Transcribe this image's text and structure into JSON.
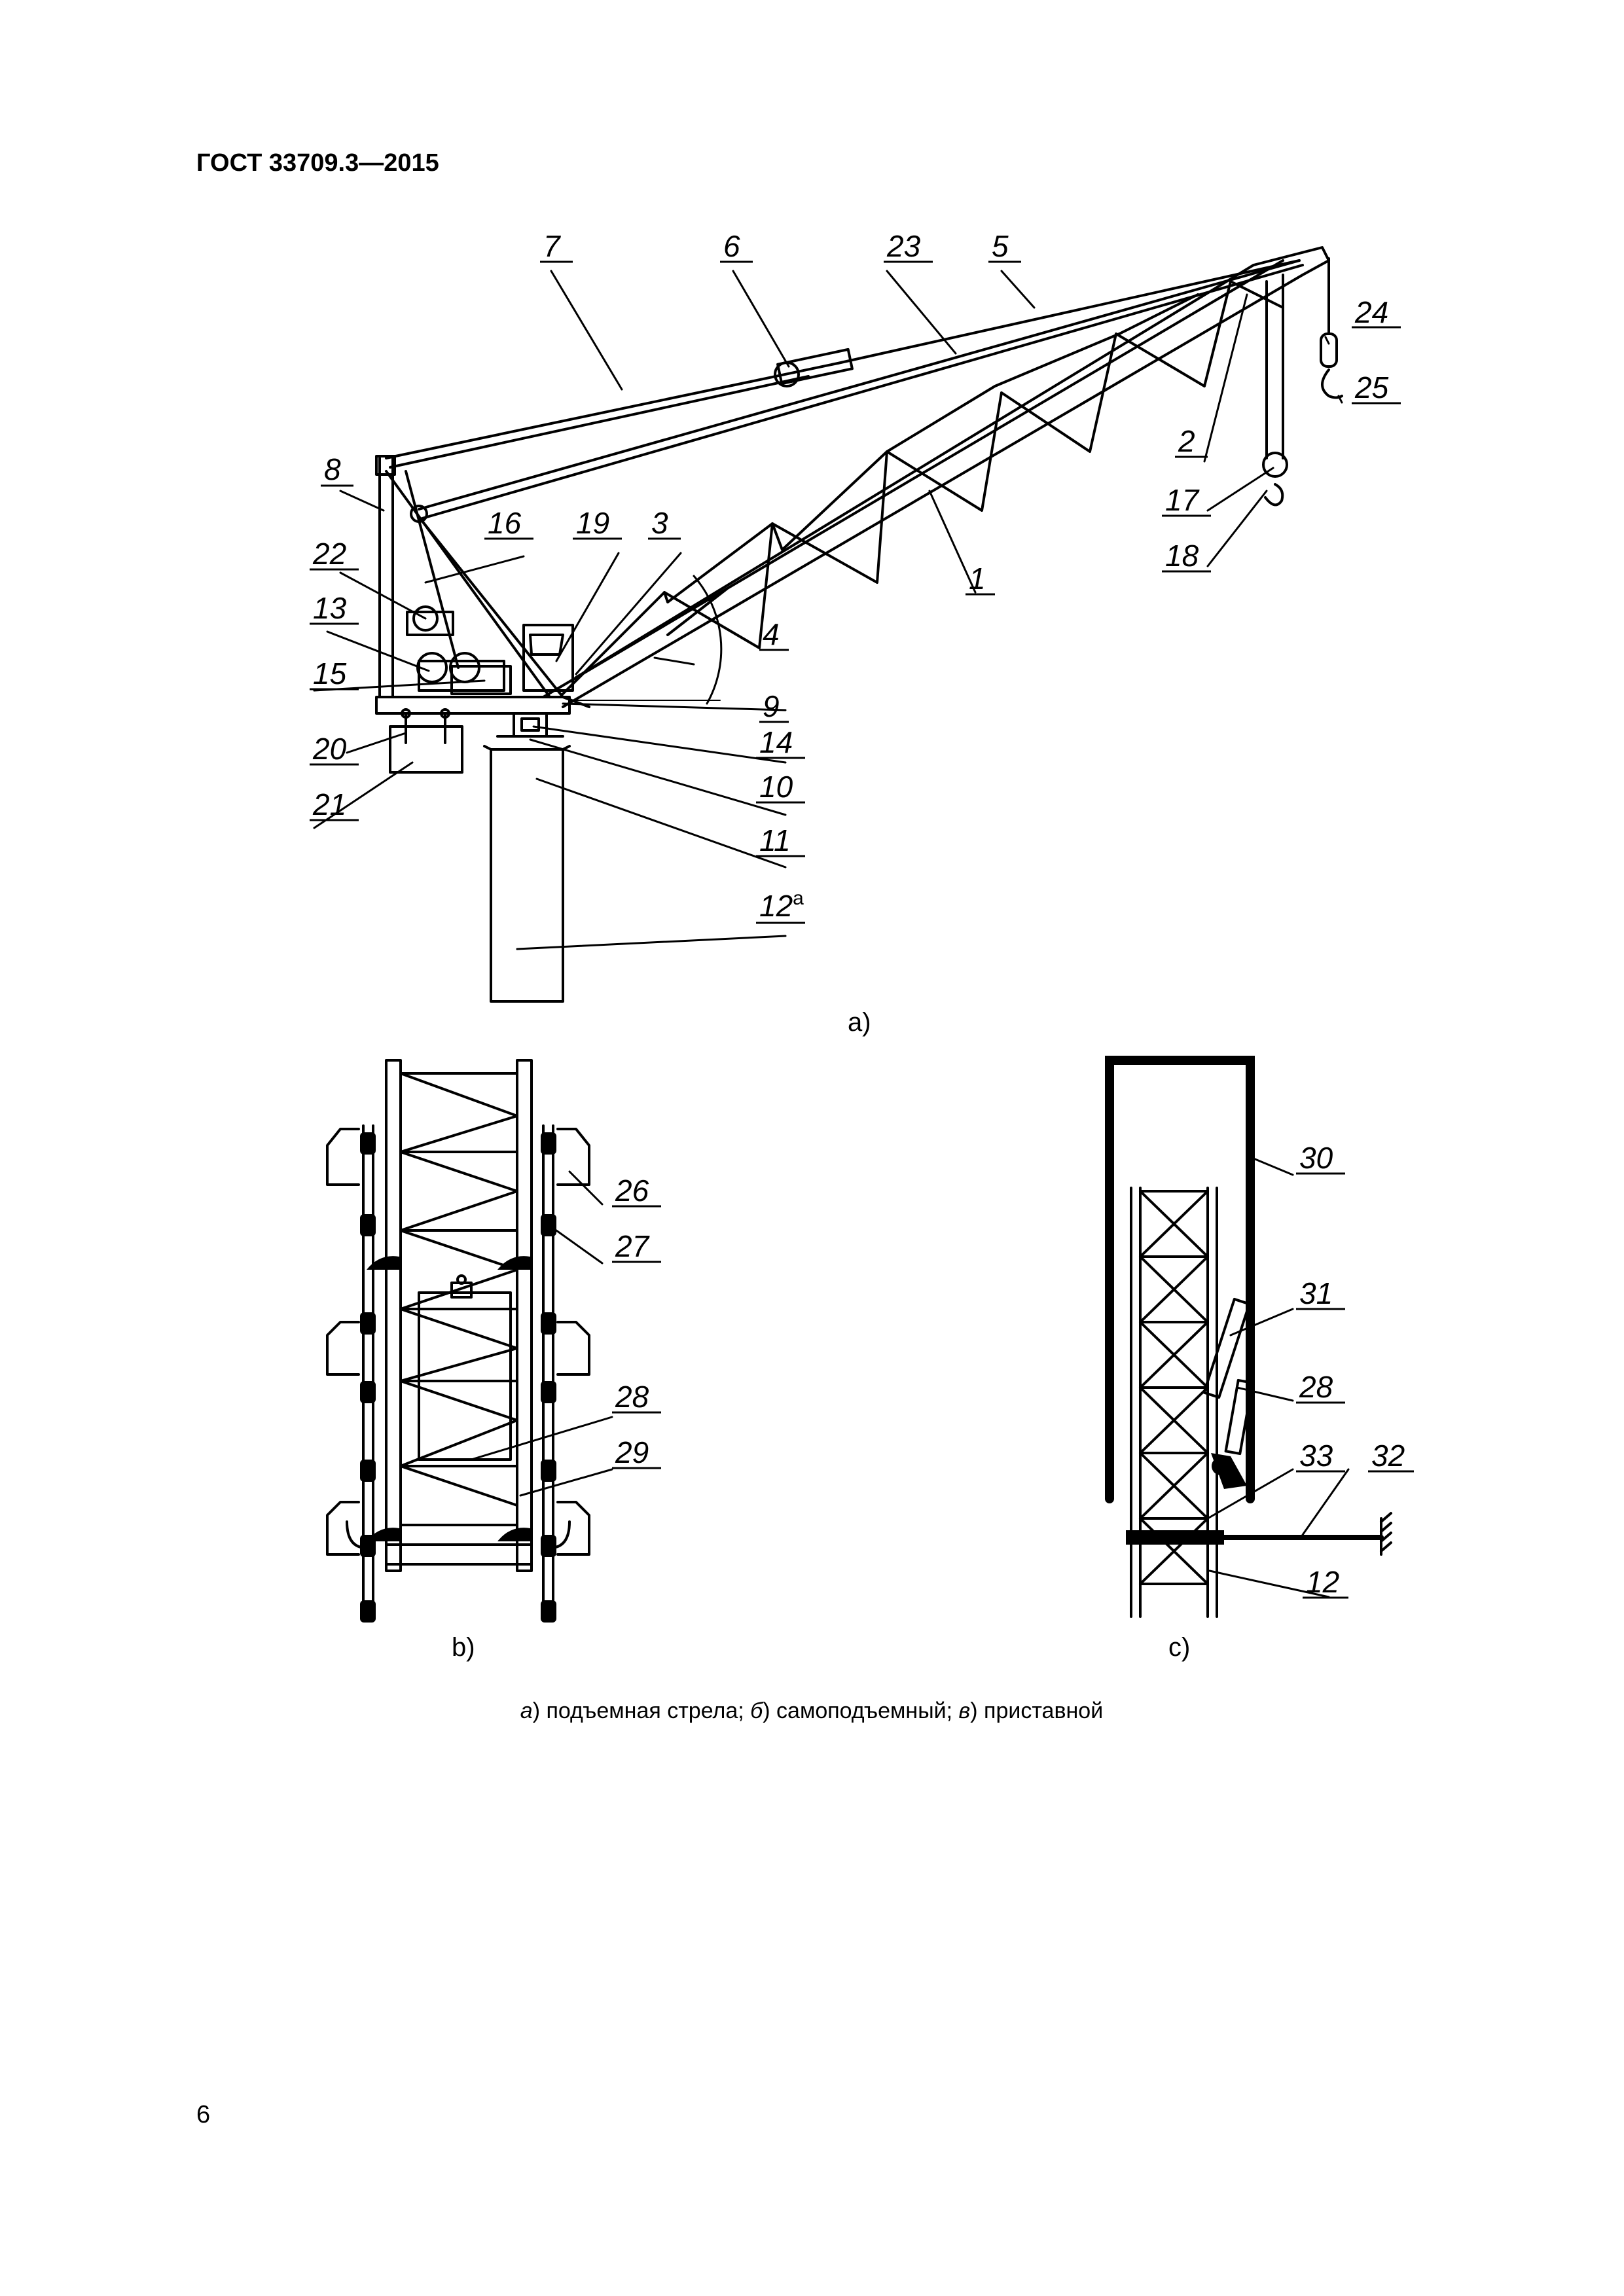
{
  "document": {
    "header": "ГОСТ 33709.3—2015",
    "page_number": "6",
    "caption_parts": [
      "а",
      ") подъемная стрела; ",
      "б",
      ") самоподъемный; ",
      "в",
      ") приставной"
    ]
  },
  "figure_a": {
    "sublabel": "a)",
    "labels": [
      "1",
      "2",
      "3",
      "4",
      "5",
      "6",
      "7",
      "8",
      "9",
      "10",
      "11",
      "12",
      "13",
      "14",
      "15",
      "16",
      "17",
      "18",
      "19",
      "20",
      "21",
      "22",
      "23",
      "24",
      "25"
    ],
    "label_12_superscript": "a"
  },
  "figure_b": {
    "sublabel": "b)",
    "labels": [
      "26",
      "27",
      "28",
      "29"
    ]
  },
  "figure_c": {
    "sublabel": "c)",
    "labels": [
      "30",
      "31",
      "28",
      "33",
      "32",
      "12"
    ]
  }
}
